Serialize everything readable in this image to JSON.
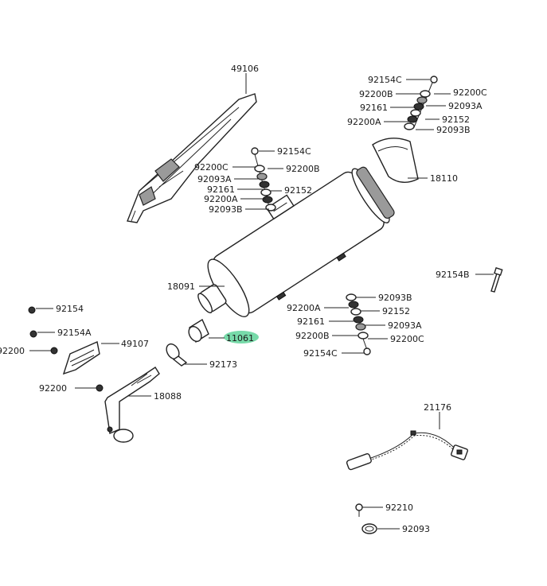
{
  "diagram": {
    "title": "Muffler exploded parts diagram",
    "highlight_color": "#5fd39a",
    "labels": {
      "heat_guard": "49106",
      "r_bolt": "92154C",
      "r_washer_b": "92200B",
      "r_washer_c": "92200C",
      "r_collar": "92161",
      "r_grommet_a": "92093A",
      "r_spacer": "92152",
      "r_washer_a": "92200A",
      "r_grommet_b": "92093B",
      "end_cover": "18110",
      "m_bolt": "92154C",
      "m_washer_c": "92200C",
      "m_washer_b": "92200B",
      "m_grommet_a": "92093A",
      "m_collar": "92161",
      "m_spacer": "92152",
      "m_washer_a": "92200A",
      "m_grommet_b": "92093B",
      "muffler": "18091",
      "bolt_b": "92154B",
      "bolt": "92154",
      "bolt_a": "92154A",
      "washer_1": "92200",
      "pipe_cover": "49107",
      "gasket": "11061",
      "clamp": "92173",
      "washer_2": "92200",
      "exhaust_pipe": "18088",
      "l_grommet_b": "92093B",
      "l_washer_a": "92200A",
      "l_spacer": "92152",
      "l_collar": "92161",
      "l_grommet_a": "92093A",
      "l_washer_b": "92200B",
      "l_washer_c": "92200C",
      "l_bolt": "92154C",
      "o2_sensor": "21176",
      "bolt_sensor": "92210",
      "grommet": "92093"
    }
  }
}
